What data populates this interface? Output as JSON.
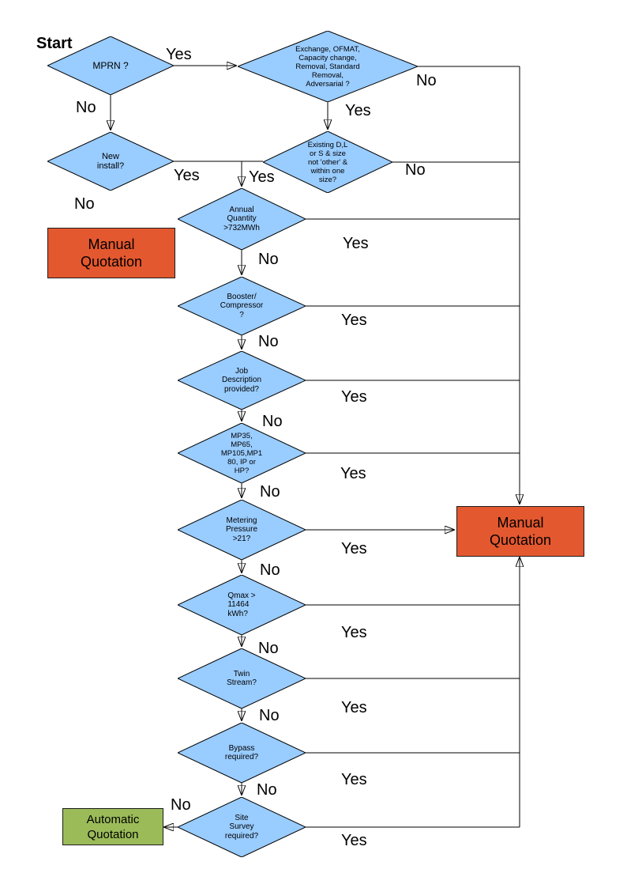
{
  "title": {
    "start_label": "Start"
  },
  "colors": {
    "background": "#FFFFFF",
    "decision_fill": "#99CCFF",
    "decision_border": "#000000",
    "manual_fill": "#E4582F",
    "auto_fill": "#9BBB59",
    "line": "#000000",
    "text": "#000000"
  },
  "nodes": {
    "mprn": {
      "label": "MPRN ?"
    },
    "exchange": {
      "label": "Exchange, OFMAT,\nCapacity change,\nRemoval, Standard\nRemoval,\nAdversarial ?"
    },
    "new_install": {
      "label": "New\ninstall?"
    },
    "existing": {
      "label": "Existing D,L\nor S & size\nnot 'other' &\nwithin one\nsize?"
    },
    "manual_left": {
      "label": "Manual\nQuotation"
    },
    "annual": {
      "label": "Annual\nQuantity\n>732MWh"
    },
    "booster": {
      "label": "Booster/\nCompressor\n?"
    },
    "job": {
      "label": "Job\nDescription\nprovided?"
    },
    "mp": {
      "label": "MP35,\nMP65,\nMP105,MP1\n80, IP or\nHP?"
    },
    "metering": {
      "label": "Metering\nPressure\n>21?"
    },
    "manual_right": {
      "label": "Manual\nQuotation"
    },
    "qmax": {
      "label": "Qmax >\n11464\nkWh?"
    },
    "twin": {
      "label": "Twin\nStream?"
    },
    "bypass": {
      "label": "Bypass\nrequired?"
    },
    "survey": {
      "label": "Site\nSurvey\nrequired?"
    },
    "auto": {
      "label": "Automatic\nQuotation"
    }
  },
  "edge_labels": {
    "mprn_yes": "Yes",
    "mprn_no": "No",
    "exchange_no": "No",
    "exchange_yes": "Yes",
    "existing_no": "No",
    "existing_yes": "Yes",
    "new_install_yes": "Yes",
    "new_install_no": "No",
    "annual_yes": "Yes",
    "annual_no": "No",
    "booster_yes": "Yes",
    "booster_no": "No",
    "job_yes": "Yes",
    "job_no": "No",
    "mp_yes": "Yes",
    "mp_no": "No",
    "metering_yes": "Yes",
    "metering_no": "No",
    "qmax_yes": "Yes",
    "qmax_no": "No",
    "twin_yes": "Yes",
    "twin_no": "No",
    "bypass_yes": "Yes",
    "bypass_no": "No",
    "survey_yes": "Yes",
    "survey_no": "No"
  },
  "edges": [
    {
      "from": "mprn",
      "to": "exchange",
      "label": "Yes"
    },
    {
      "from": "mprn",
      "to": "new_install",
      "label": "No"
    },
    {
      "from": "exchange",
      "to": "manual_right",
      "label": "No"
    },
    {
      "from": "exchange",
      "to": "existing",
      "label": "Yes"
    },
    {
      "from": "existing",
      "to": "manual_right",
      "label": "No"
    },
    {
      "from": "existing",
      "to": "annual",
      "label": "Yes"
    },
    {
      "from": "new_install",
      "to": "annual",
      "label": "Yes"
    },
    {
      "from": "new_install",
      "to": "manual_left",
      "label": "No"
    },
    {
      "from": "annual",
      "to": "manual_right",
      "label": "Yes"
    },
    {
      "from": "annual",
      "to": "booster",
      "label": "No"
    },
    {
      "from": "booster",
      "to": "manual_right",
      "label": "Yes"
    },
    {
      "from": "booster",
      "to": "job",
      "label": "No"
    },
    {
      "from": "job",
      "to": "manual_right",
      "label": "Yes"
    },
    {
      "from": "job",
      "to": "mp",
      "label": "No"
    },
    {
      "from": "mp",
      "to": "manual_right",
      "label": "Yes"
    },
    {
      "from": "mp",
      "to": "metering",
      "label": "No"
    },
    {
      "from": "metering",
      "to": "manual_right",
      "label": "Yes"
    },
    {
      "from": "metering",
      "to": "qmax",
      "label": "No"
    },
    {
      "from": "qmax",
      "to": "manual_right",
      "label": "Yes"
    },
    {
      "from": "qmax",
      "to": "twin",
      "label": "No"
    },
    {
      "from": "twin",
      "to": "manual_right",
      "label": "Yes"
    },
    {
      "from": "twin",
      "to": "bypass",
      "label": "No"
    },
    {
      "from": "bypass",
      "to": "manual_right",
      "label": "Yes"
    },
    {
      "from": "bypass",
      "to": "survey",
      "label": "No"
    },
    {
      "from": "survey",
      "to": "manual_right",
      "label": "Yes"
    },
    {
      "from": "survey",
      "to": "auto",
      "label": "No"
    }
  ]
}
